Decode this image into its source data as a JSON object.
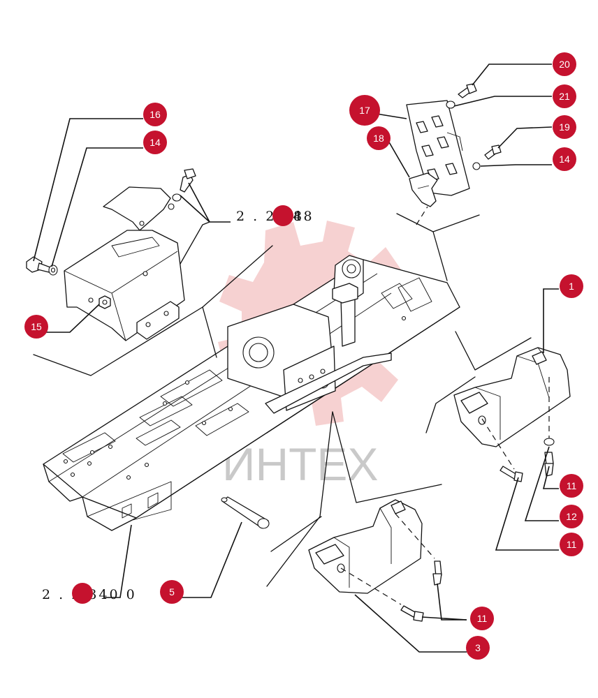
{
  "watermark": {
    "text": "ИНТЕХ",
    "color": "#e05a5a"
  },
  "accent_color": "#c5122e",
  "callouts": {
    "c20": "20",
    "c21": "21",
    "c17": "17",
    "c18": "18",
    "c19": "19",
    "c14a": "14",
    "c16": "16",
    "c14b": "14",
    "c15": "15",
    "c1": "1",
    "c11a": "11",
    "c12": "12",
    "c11b": "11",
    "c5": "5",
    "c11c": "11",
    "c3": "3"
  },
  "refs": {
    "ref_top": "2 . 2.348",
    "ref_bottom": "2 . 2.340 0"
  }
}
